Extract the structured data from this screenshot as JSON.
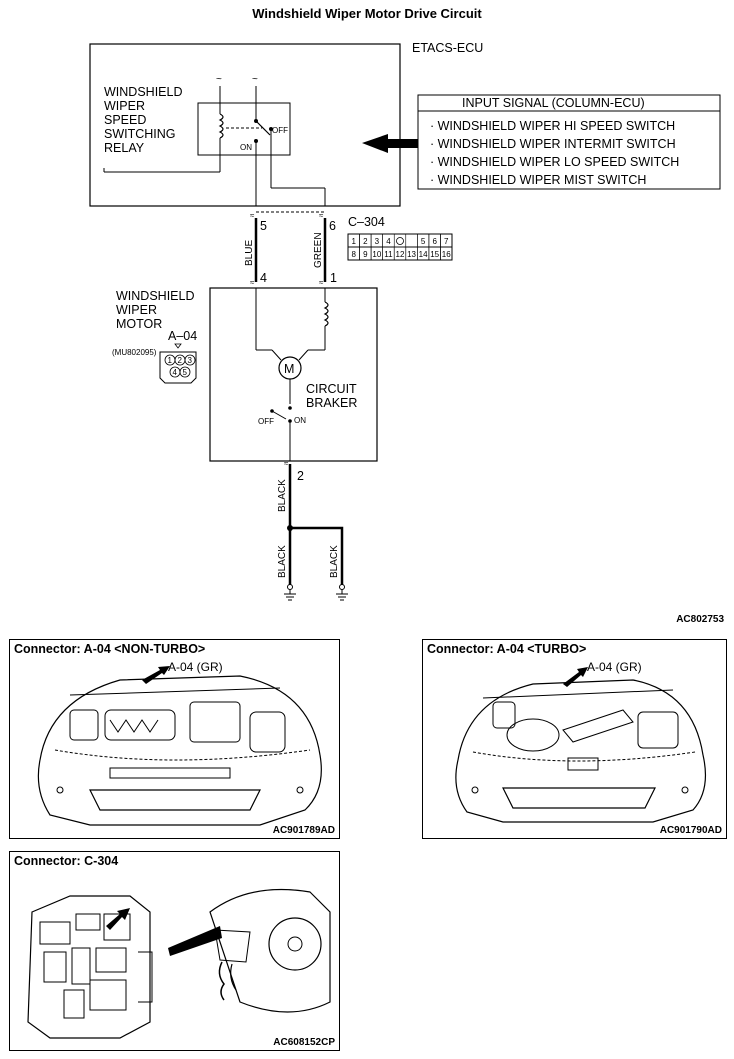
{
  "title": "Windshield Wiper Motor Drive Circuit",
  "ecu": {
    "name": "ETACS-ECU",
    "relay_label": [
      "WINDSHIELD",
      "WIPER",
      "SPEED",
      "SWITCHING",
      "RELAY"
    ],
    "relay_off": "OFF",
    "relay_on": "ON"
  },
  "input_signal": {
    "header": "INPUT SIGNAL (COLUMN-ECU)",
    "items": [
      "· WINDSHIELD WIPER HI SPEED SWITCH",
      "· WINDSHIELD WIPER INTERMIT SWITCH",
      "· WINDSHIELD WIPER LO SPEED SWITCH",
      "· WINDSHIELD WIPER MIST SWITCH"
    ]
  },
  "connector_c304": {
    "name": "C–304",
    "pins_top": [
      "1",
      "2",
      "3",
      "4",
      "",
      "5",
      "6",
      "7"
    ],
    "pins_bottom": [
      "8",
      "9",
      "10",
      "11",
      "12",
      "13",
      "14",
      "15",
      "16"
    ]
  },
  "wires": {
    "pin5": "5",
    "pin6": "6",
    "pin4": "4",
    "pin1": "1",
    "pin2": "2",
    "blue": "BLUE",
    "green": "GREEN",
    "black1": "BLACK",
    "black2": "BLACK",
    "black3": "BLACK"
  },
  "motor": {
    "label": [
      "WINDSHIELD",
      "WIPER",
      "MOTOR"
    ],
    "connector": "A–04",
    "part": "(MU802095)",
    "pins": [
      "1",
      "2",
      "3",
      "4",
      "5"
    ],
    "motor_symbol": "M",
    "breaker": [
      "CIRCUIT",
      "BRAKER"
    ],
    "off": "OFF",
    "on": "ON"
  },
  "diagram_code": "AC802753",
  "panels": [
    {
      "title": "Connector: A-04 <NON-TURBO>",
      "callout": "A-04 (GR)",
      "code": "AC901789AD"
    },
    {
      "title": "Connector: A-04 <TURBO>",
      "callout": "A-04 (GR)",
      "code": "AC901790AD"
    },
    {
      "title": "Connector: C-304",
      "code": "AC608152CP"
    }
  ]
}
